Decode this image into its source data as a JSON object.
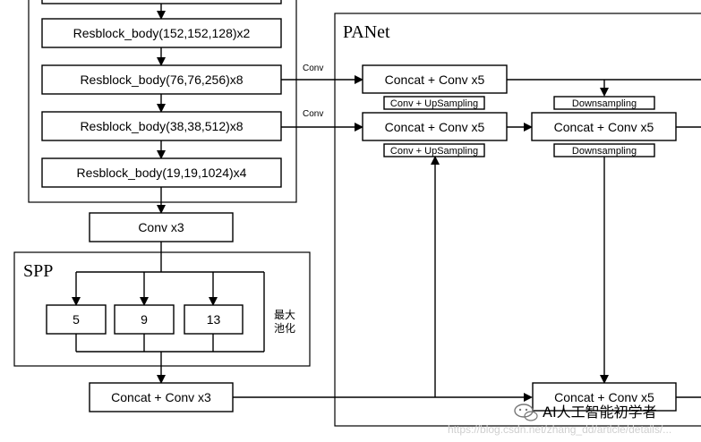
{
  "backbone": {
    "resblocks": [
      "Resblock_body(152,152,128)x2",
      "Resblock_body(76,76,256)x8",
      "Resblock_body(38,38,512)x8",
      "Resblock_body(19,19,1024)x4"
    ],
    "conv_x3": "Conv x3",
    "edge_label_conv": "Conv"
  },
  "spp": {
    "title": "SPP",
    "pools": [
      "5",
      "9",
      "13"
    ],
    "pool_label_line1": "最大",
    "pool_label_line2": "池化",
    "output": "Concat + Conv x3"
  },
  "panet": {
    "title": "PANet",
    "concat_top": "Concat + Conv x5",
    "concat_mid_left": "Concat + Conv x5",
    "concat_mid_right": "Concat + Conv x5",
    "concat_bottom": "Concat + Conv x5",
    "upsampling": "Conv + UpSampling",
    "downsampling": "Downsampling"
  },
  "watermark": {
    "logo_text": "AI人工智能初学者",
    "url": "https://blog.csdn.net/zhang_dd/article/details/..."
  }
}
